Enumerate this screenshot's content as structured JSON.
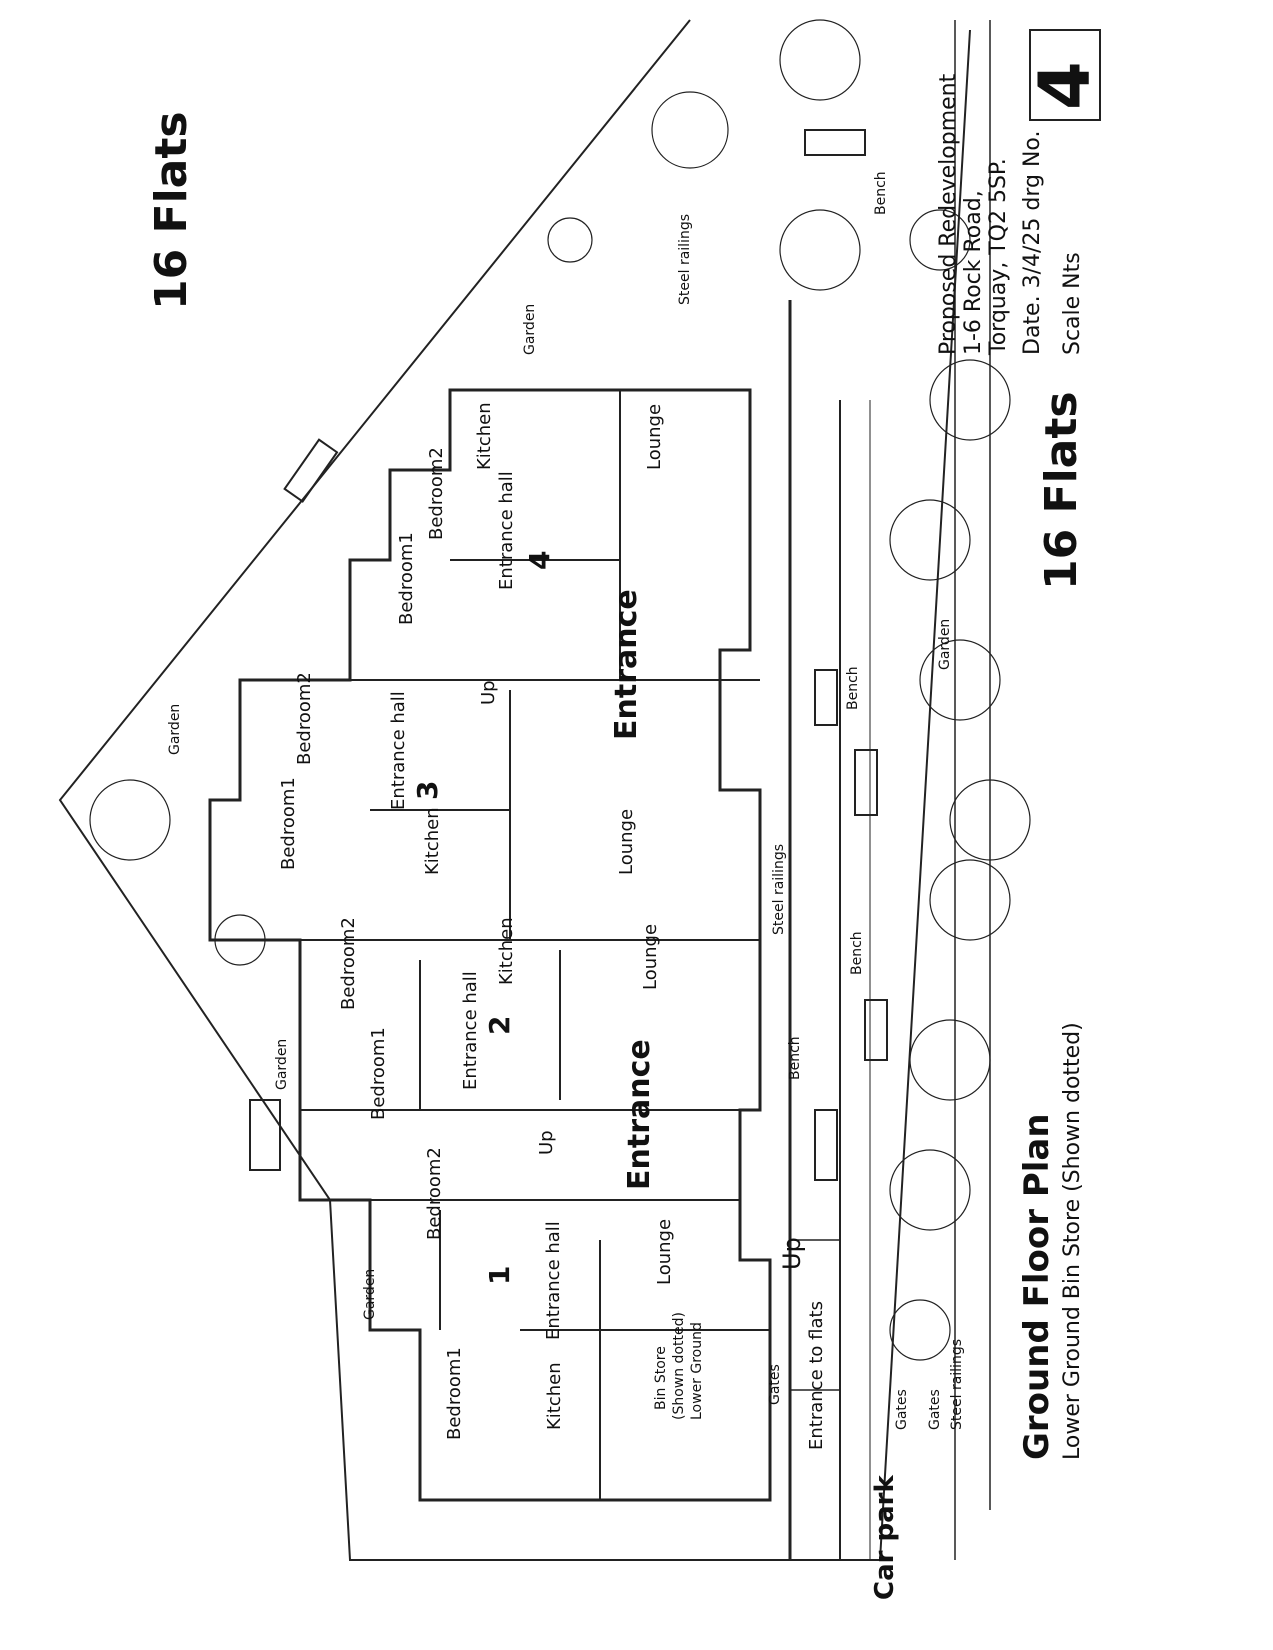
{
  "headline": "16 Flats",
  "title_block": {
    "project": "Proposed Redevelopment",
    "address_line1": "1-6 Rock Road,",
    "address_line2": "Torquay, TQ2 5SP.",
    "date": "Date. 3/4/25 drg No.",
    "scale": "Scale Nts",
    "drawing_number": "4",
    "summary": "16 Flats"
  },
  "plan_title": "Ground Floor Plan",
  "plan_subtitle": "Lower Ground Bin Store (Shown dotted)",
  "labels": {
    "entrance": "Entrance",
    "entrance_hall": "Entrance hall",
    "bedroom1": "Bedroom1",
    "bedroom2": "Bedroom2",
    "kitchen": "Kitchen",
    "lounge": "Lounge",
    "garden": "Garden",
    "bench": "Bench",
    "steel_railings": "Steel railings",
    "up": "Up",
    "gates": "Gates",
    "entrance_to_flats": "Entrance to flats",
    "bin_store": "Bin Store",
    "shown_dotted": "(Shown dotted)",
    "lower_ground": "Lower Ground",
    "car_park": "Car park"
  },
  "flats": [
    "1",
    "2",
    "3",
    "4"
  ]
}
